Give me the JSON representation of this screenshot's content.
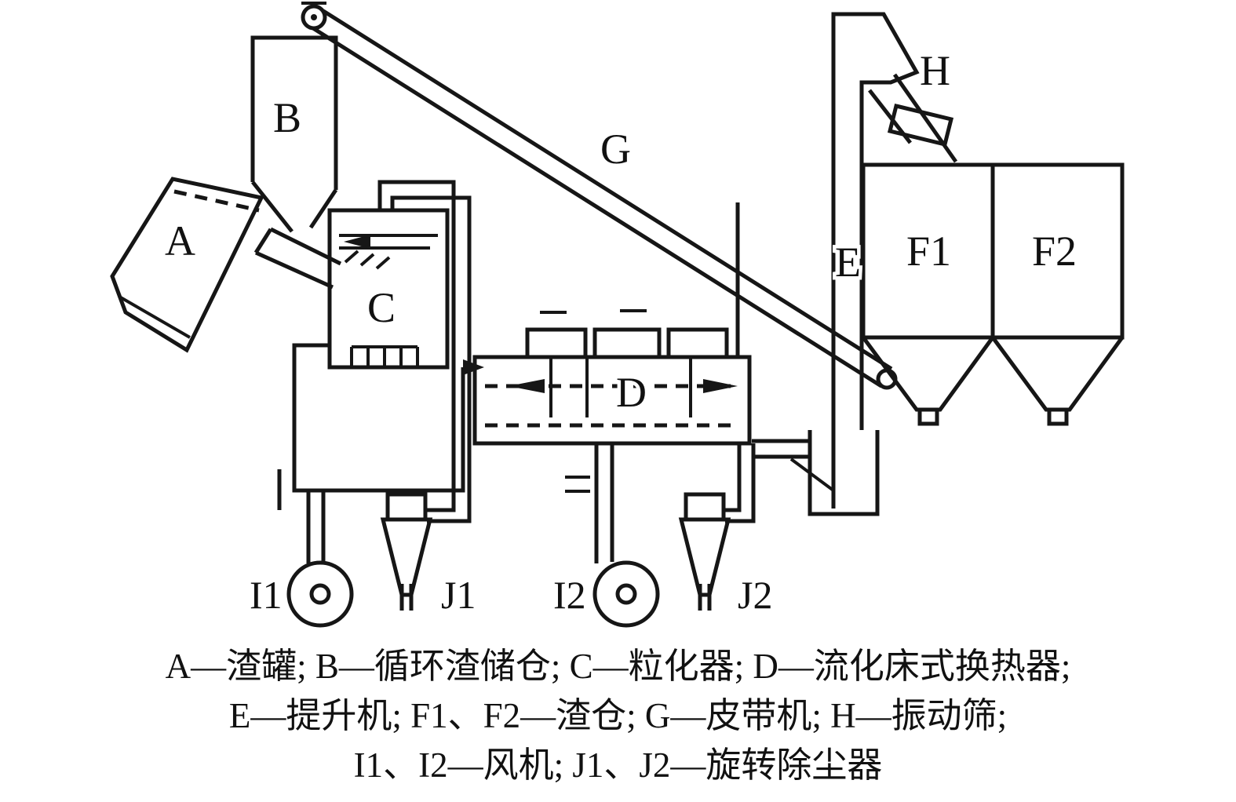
{
  "diagram": {
    "labels": {
      "A": "A",
      "B": "B",
      "C": "C",
      "D": "D",
      "E": "E",
      "F1": "F1",
      "F2": "F2",
      "G": "G",
      "H": "H",
      "I1": "I1",
      "I2": "I2",
      "J1": "J1",
      "J2": "J2"
    },
    "caption": {
      "line1": "A—渣罐; B—循环渣储仓; C—粒化器; D—流化床式换热器;",
      "line2": "E—提升机; F1、F2—渣仓; G—皮带机; H—振动筛;",
      "line3": "I1、I2—风机; J1、J2—旋转除尘器"
    },
    "colors": {
      "ink": "#161616",
      "background": "#ffffff"
    }
  }
}
